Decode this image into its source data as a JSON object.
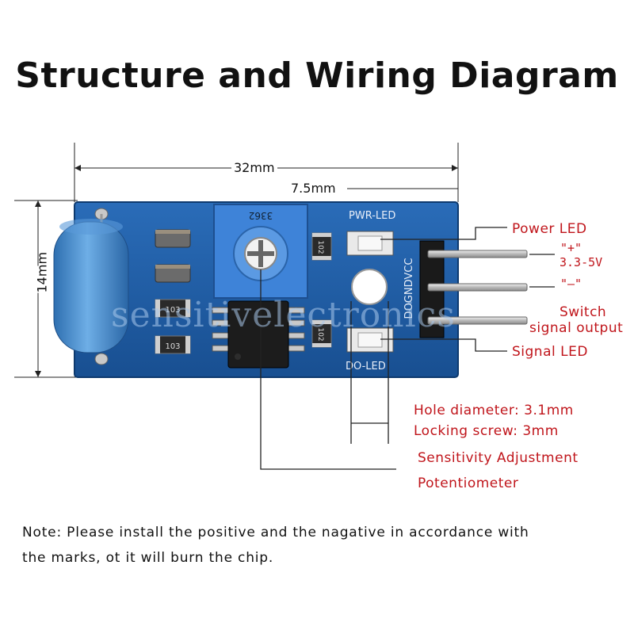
{
  "title": "Structure and Wiring Diagram",
  "dimensions": {
    "width": "32mm",
    "height": "14mm",
    "pin_pitch": "7.5mm"
  },
  "board": {
    "potentiometer_code": "3362",
    "resistor_codes": [
      "102",
      "102",
      "103",
      "103"
    ],
    "silkscreen": {
      "pwr_led": "PWR-LED",
      "do_led": "DO-LED",
      "pins": "DOGNDVCC"
    }
  },
  "labels": {
    "power_led": "Power LED",
    "plus": "\"+\"",
    "voltage": "3.3-5V",
    "minus": "\"–\"",
    "switch_1": "Switch",
    "switch_2": "signal output",
    "signal_led": "Signal LED",
    "hole_diameter": "Hole diameter: 3.1mm",
    "locking_screw": "Locking screw: 3mm",
    "sensitivity": "Sensitivity Adjustment",
    "potentiometer": "Potentiometer"
  },
  "note": {
    "line1": "Note: Please install the positive and the nagative in accordance with",
    "line2": "the marks, ot it will burn the chip."
  },
  "watermark": "sensitivelectronics",
  "colors": {
    "board": "#1f5fa9",
    "potentiometer": "#3b7fd6",
    "label_red": "#c0151b",
    "tilt_switch": "#4a90d0"
  }
}
